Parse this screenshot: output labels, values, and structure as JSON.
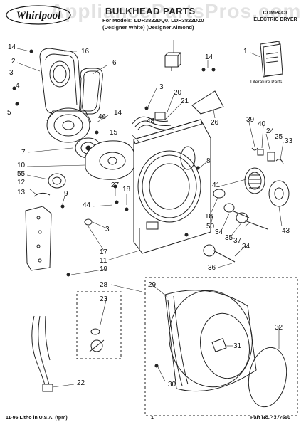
{
  "header": {
    "brand": "Whirlpool",
    "title": "BULKHEAD PARTS",
    "model_line": "For Models: LDR3822DQ0, LDR3822DZ0",
    "variant_line": "(Designer White) (Designer Almond)",
    "product_type_line1": "COMPACT",
    "product_type_line2": "ELECTRIC DRYER"
  },
  "watermark": "AppliancePartsPros.com",
  "literature": {
    "label": "Literature Parts"
  },
  "footer": {
    "left": "11-95 Litho in U.S.A. (tpm)",
    "center": "1",
    "right": "Part No. 4377550"
  },
  "callouts": [
    {
      "id": "c14a",
      "text": "14"
    },
    {
      "id": "c16",
      "text": "16"
    },
    {
      "id": "c2",
      "text": "2"
    },
    {
      "id": "c3a",
      "text": "3"
    },
    {
      "id": "c4",
      "text": "4"
    },
    {
      "id": "c5",
      "text": "5"
    },
    {
      "id": "c6",
      "text": "6"
    },
    {
      "id": "c1",
      "text": "1"
    },
    {
      "id": "c14b",
      "text": "14"
    },
    {
      "id": "c3b",
      "text": "3"
    },
    {
      "id": "c20",
      "text": "20"
    },
    {
      "id": "c21",
      "text": "21"
    },
    {
      "id": "c14c",
      "text": "14"
    },
    {
      "id": "c46",
      "text": "46"
    },
    {
      "id": "c48",
      "text": "48"
    },
    {
      "id": "c26",
      "text": "26"
    },
    {
      "id": "c15",
      "text": "15"
    },
    {
      "id": "c39",
      "text": "39"
    },
    {
      "id": "c40",
      "text": "40"
    },
    {
      "id": "c24",
      "text": "24"
    },
    {
      "id": "c25",
      "text": "25"
    },
    {
      "id": "c33",
      "text": "33"
    },
    {
      "id": "c7",
      "text": "7"
    },
    {
      "id": "c8",
      "text": "8"
    },
    {
      "id": "c10",
      "text": "10"
    },
    {
      "id": "c55",
      "text": "55"
    },
    {
      "id": "c12",
      "text": "12"
    },
    {
      "id": "c13",
      "text": "13"
    },
    {
      "id": "c9",
      "text": "9"
    },
    {
      "id": "c27",
      "text": "27"
    },
    {
      "id": "c18a",
      "text": "18"
    },
    {
      "id": "c41",
      "text": "41"
    },
    {
      "id": "c44",
      "text": "44"
    },
    {
      "id": "c3c",
      "text": "3"
    },
    {
      "id": "c18b",
      "text": "18"
    },
    {
      "id": "c50",
      "text": "50"
    },
    {
      "id": "c34a",
      "text": "34"
    },
    {
      "id": "c35",
      "text": "35"
    },
    {
      "id": "c37",
      "text": "37"
    },
    {
      "id": "c43",
      "text": "43"
    },
    {
      "id": "c17",
      "text": "17"
    },
    {
      "id": "c34b",
      "text": "34"
    },
    {
      "id": "c11",
      "text": "11"
    },
    {
      "id": "c19",
      "text": "19"
    },
    {
      "id": "c36",
      "text": "36"
    },
    {
      "id": "c28",
      "text": "28"
    },
    {
      "id": "c29",
      "text": "29"
    },
    {
      "id": "c23",
      "text": "23"
    },
    {
      "id": "c32",
      "text": "32"
    },
    {
      "id": "c31",
      "text": "31"
    },
    {
      "id": "c22",
      "text": "22"
    },
    {
      "id": "c30",
      "text": "30"
    }
  ]
}
